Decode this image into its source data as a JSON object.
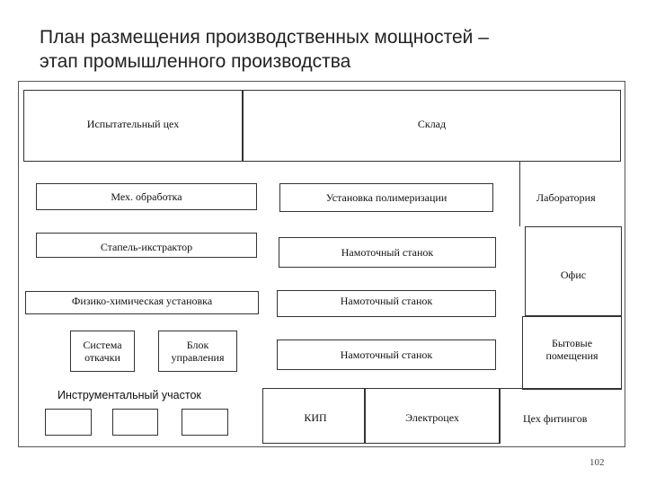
{
  "title": {
    "line1": "План размещения производственных мощностей –",
    "line2": "этап промышленного производства"
  },
  "plan": {
    "test_shop": "Испытательный цех",
    "warehouse": "Склад",
    "mech_processing": "Мех. обработка",
    "polymerization_unit": "Установка полимеризации",
    "laboratory": "Лаборатория",
    "stapel_extractor": "Стапель-икстрактор",
    "winding_machine_1": "Намоточный станок",
    "office": "Офис",
    "physchem_unit": "Физико-химическая установка",
    "winding_machine_2": "Намоточный станок",
    "evacuation_system": "Система откачки",
    "control_unit": "Блок управления",
    "winding_machine_3": "Намоточный станок",
    "amenity_rooms": "Бытовые помещения",
    "tool_area": "Инструментальный участок",
    "kip": "КИП",
    "electrical_shop": "Электроцех",
    "fittings_shop": "Цех фитингов"
  },
  "page_number": "102"
}
